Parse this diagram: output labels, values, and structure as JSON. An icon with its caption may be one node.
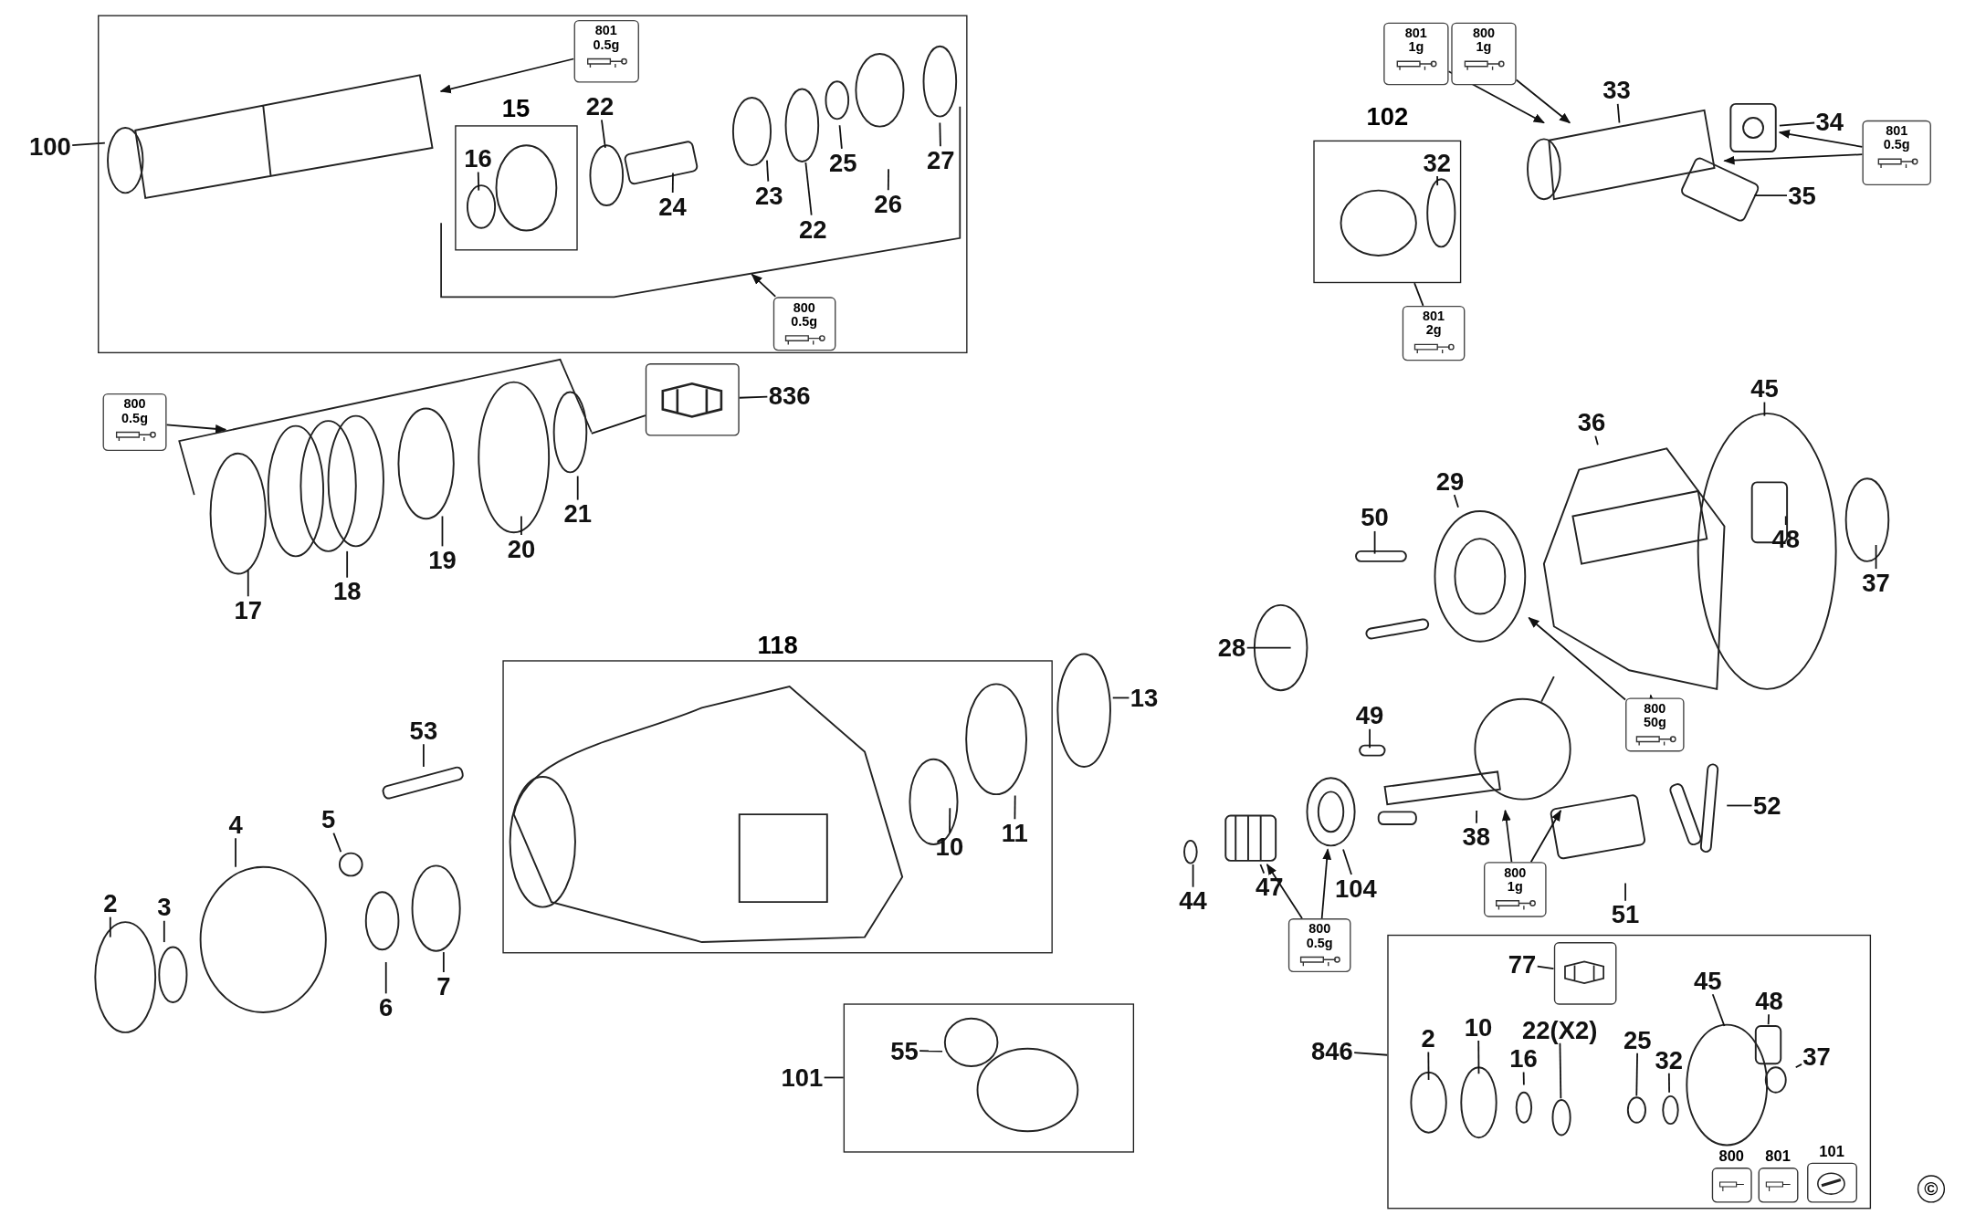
{
  "diagram": {
    "nodes": [
      {
        "text": [],
        "shape": "box"
      },
      {
        "text": [
          "100"
        ]
      },
      {
        "text": [
          "801",
          "0.5g"
        ],
        "in": 0
      },
      {
        "text": [
          "15"
        ],
        "in": 0
      },
      {
        "text": [
          "16"
        ],
        "in": 3
      },
      {
        "text": [
          "22"
        ],
        "in": 0
      },
      {
        "text": [
          "24"
        ],
        "in": 0
      },
      {
        "text": [
          "23"
        ],
        "in": 0
      },
      {
        "text": [
          "22"
        ],
        "in": 0
      },
      {
        "text": [
          "25"
        ],
        "in": 0
      },
      {
        "text": [
          "26"
        ],
        "in": 0
      },
      {
        "text": [
          "27"
        ],
        "in": 0
      },
      {
        "text": [
          "800",
          "0.5g"
        ],
        "in": 0
      },
      {
        "text": [
          "801",
          "1g"
        ]
      },
      {
        "text": [
          "800",
          "1g"
        ]
      },
      {
        "text": [
          "33"
        ]
      },
      {
        "text": [
          "34"
        ]
      },
      {
        "text": [
          "801",
          "0.5g"
        ]
      },
      {
        "text": [
          "35"
        ]
      },
      {
        "text": [
          "102"
        ]
      },
      {
        "text": [
          "32"
        ],
        "in": 19
      },
      {
        "text": [
          "801",
          "2g"
        ]
      },
      {
        "text": [
          "800",
          "0.5g"
        ]
      },
      {
        "text": [],
        "shape": "picture"
      },
      {
        "text": [
          "836"
        ]
      },
      {
        "text": [
          "17"
        ]
      },
      {
        "text": [
          "18"
        ]
      },
      {
        "text": [
          "19"
        ]
      },
      {
        "text": [
          "20"
        ]
      },
      {
        "text": [
          "21"
        ]
      },
      {
        "text": [
          "45"
        ]
      },
      {
        "text": [
          "36"
        ]
      },
      {
        "text": [
          "29"
        ]
      },
      {
        "text": [
          "50"
        ]
      },
      {
        "text": [
          "48"
        ]
      },
      {
        "text": [
          "37"
        ]
      },
      {
        "text": [
          "28"
        ]
      },
      {
        "text": [
          "118"
        ]
      },
      {
        "text": [
          "13"
        ]
      },
      {
        "text": [
          "53"
        ]
      },
      {
        "text": [
          "4"
        ]
      },
      {
        "text": [
          "5"
        ]
      },
      {
        "text": [
          "2"
        ]
      },
      {
        "text": [
          "3"
        ]
      },
      {
        "text": [
          "6"
        ]
      },
      {
        "text": [
          "7"
        ]
      },
      {
        "text": [
          "10"
        ],
        "in": 37
      },
      {
        "text": [
          "11"
        ],
        "in": 37
      },
      {
        "text": [
          "800",
          "50g"
        ]
      },
      {
        "text": [
          "49"
        ]
      },
      {
        "text": [
          "44"
        ]
      },
      {
        "text": [
          "47"
        ]
      },
      {
        "text": [
          "104"
        ]
      },
      {
        "text": [
          "38"
        ]
      },
      {
        "text": [
          "52"
        ]
      },
      {
        "text": [
          "51"
        ]
      },
      {
        "text": [
          "800",
          "1g"
        ]
      },
      {
        "text": [
          "800",
          "0.5g"
        ]
      },
      {
        "text": [],
        "shape": "box"
      },
      {
        "text": [
          "55"
        ],
        "in": 58
      },
      {
        "text": [
          "101"
        ]
      },
      {
        "text": [],
        "shape": "box"
      },
      {
        "text": [
          "846"
        ]
      },
      {
        "text": [],
        "shape": "picture",
        "in": 61
      },
      {
        "text": [
          "77"
        ],
        "in": 61
      },
      {
        "text": [
          "2"
        ],
        "in": 61
      },
      {
        "text": [
          "10"
        ],
        "in": 61
      },
      {
        "text": [
          "16"
        ],
        "in": 61
      },
      {
        "text": [
          "22(X2)"
        ],
        "in": 61
      },
      {
        "text": [
          "25"
        ],
        "in": 61
      },
      {
        "text": [
          "32"
        ],
        "in": 61
      },
      {
        "text": [
          "45"
        ],
        "in": 61
      },
      {
        "text": [
          "48"
        ],
        "in": 61
      },
      {
        "text": [
          "37"
        ],
        "in": 61
      },
      {
        "text": [
          "800"
        ],
        "in": 61
      },
      {
        "text": [
          "801"
        ],
        "in": 61
      },
      {
        "text": [
          "101"
        ],
        "in": 61
      },
      {
        "text": [],
        "shape": "cylinder",
        "in": 0
      },
      {
        "text": [],
        "shape": "picture"
      },
      {
        "text": [],
        "shape": "picture"
      },
      {
        "text": [],
        "shape": "picture"
      },
      {
        "text": [],
        "shape": "picture"
      },
      {
        "text": [],
        "shape": "circle"
      },
      {
        "text": [],
        "shape": "picture"
      },
      {
        "text": [],
        "shape": "picture"
      },
      {
        "text": [],
        "shape": "circle",
        "in": 0
      },
      {
        "text": [],
        "shape": "circle",
        "in": 61
      },
      {
        "text": [],
        "shape": "circle",
        "in": 61
      },
      {
        "text": [],
        "shape": "cylinder",
        "in": 61
      }
    ],
    "edges": [
      {
        "from": 1,
        "to": 77,
        "arrow": "none"
      },
      {
        "from": 2,
        "to": 77,
        "arrow": "to"
      },
      {
        "from": 4,
        "to": null,
        "arrow": "none"
      },
      {
        "from": 5,
        "to": null,
        "arrow": "none"
      },
      {
        "from": 6,
        "to": null,
        "arrow": "none"
      },
      {
        "from": 7,
        "to": null,
        "arrow": "none"
      },
      {
        "from": 8,
        "to": 85,
        "arrow": "none"
      },
      {
        "from": 9,
        "to": null,
        "arrow": "none"
      },
      {
        "from": 10,
        "to": null,
        "arrow": "none"
      },
      {
        "from": 11,
        "to": null,
        "arrow": "none"
      },
      {
        "from": 12,
        "to": null,
        "arrow": "to"
      },
      {
        "from": 13,
        "to": 78,
        "arrow": "to"
      },
      {
        "from": 14,
        "to": 78,
        "arrow": "to"
      },
      {
        "from": 15,
        "to": 78,
        "arrow": "none"
      },
      {
        "from": 16,
        "to": 79,
        "arrow": "none"
      },
      {
        "from": 17,
        "to": 79,
        "arrow": "to"
      },
      {
        "from": 17,
        "to": 78,
        "arrow": "to"
      },
      {
        "from": 18,
        "to": null,
        "arrow": "none"
      },
      {
        "from": 20,
        "to": null,
        "arrow": "none"
      },
      {
        "from": 21,
        "to": 19,
        "arrow": "none"
      },
      {
        "from": 22,
        "to": null,
        "arrow": "to"
      },
      {
        "from": 24,
        "to": 23,
        "arrow": "none"
      },
      {
        "from": null,
        "to": 23,
        "arrow": "none"
      },
      {
        "from": 25,
        "to": null,
        "arrow": "none"
      },
      {
        "from": 26,
        "to": null,
        "arrow": "none"
      },
      {
        "from": 27,
        "to": null,
        "arrow": "none"
      },
      {
        "from": 28,
        "to": null,
        "arrow": "none"
      },
      {
        "from": 29,
        "to": null,
        "arrow": "none"
      },
      {
        "from": 30,
        "to": null,
        "arrow": "none"
      },
      {
        "from": 31,
        "to": 81,
        "arrow": "none"
      },
      {
        "from": 32,
        "to": 80,
        "arrow": "none"
      },
      {
        "from": 33,
        "to": null,
        "arrow": "none"
      },
      {
        "from": 34,
        "to": null,
        "arrow": "none"
      },
      {
        "from": 35,
        "to": null,
        "arrow": "none"
      },
      {
        "from": 36,
        "to": null,
        "arrow": "none"
      },
      {
        "from": 38,
        "to": null,
        "arrow": "none"
      },
      {
        "from": 39,
        "to": null,
        "arrow": "none"
      },
      {
        "from": 40,
        "to": null,
        "arrow": "none"
      },
      {
        "from": 41,
        "to": null,
        "arrow": "none"
      },
      {
        "from": 42,
        "to": null,
        "arrow": "none"
      },
      {
        "from": 43,
        "to": null,
        "arrow": "none"
      },
      {
        "from": 44,
        "to": null,
        "arrow": "none"
      },
      {
        "from": 45,
        "to": null,
        "arrow": "none"
      },
      {
        "from": 46,
        "to": null,
        "arrow": "none"
      },
      {
        "from": 47,
        "to": null,
        "arrow": "none"
      },
      {
        "from": 48,
        "to": 80,
        "arrow": "to"
      },
      {
        "from": 48,
        "to": 81,
        "arrow": "to"
      },
      {
        "from": 49,
        "to": null,
        "arrow": "none"
      },
      {
        "from": 50,
        "to": null,
        "arrow": "none"
      },
      {
        "from": 51,
        "to": 83,
        "arrow": "none"
      },
      {
        "from": 52,
        "to": 84,
        "arrow": "none"
      },
      {
        "from": 53,
        "to": 82,
        "arrow": "none"
      },
      {
        "from": 54,
        "to": null,
        "arrow": "none"
      },
      {
        "from": 55,
        "to": null,
        "arrow": "none"
      },
      {
        "from": 56,
        "to": 82,
        "arrow": "to"
      },
      {
        "from": 56,
        "to": 82,
        "arrow": "to"
      },
      {
        "from": 57,
        "to": 83,
        "arrow": "to"
      },
      {
        "from": 57,
        "to": 84,
        "arrow": "to"
      },
      {
        "from": 59,
        "to": null,
        "arrow": "none"
      },
      {
        "from": 60,
        "to": 58,
        "arrow": "none"
      },
      {
        "from": 62,
        "to": 61,
        "arrow": "none"
      },
      {
        "from": 64,
        "to": 63,
        "arrow": "none"
      },
      {
        "from": 65,
        "to": null,
        "arrow": "none"
      },
      {
        "from": 66,
        "to": null,
        "arrow": "none"
      },
      {
        "from": 67,
        "to": null,
        "arrow": "none"
      },
      {
        "from": 68,
        "to": 86,
        "arrow": "none"
      },
      {
        "from": 69,
        "to": 87,
        "arrow": "none"
      },
      {
        "from": 70,
        "to": null,
        "arrow": "none"
      },
      {
        "from": 71,
        "to": null,
        "arrow": "none"
      },
      {
        "from": 72,
        "to": 88,
        "arrow": "none"
      },
      {
        "from": 73,
        "to": null,
        "arrow": "none"
      }
    ],
    "labels": [
      "©"
    ]
  }
}
